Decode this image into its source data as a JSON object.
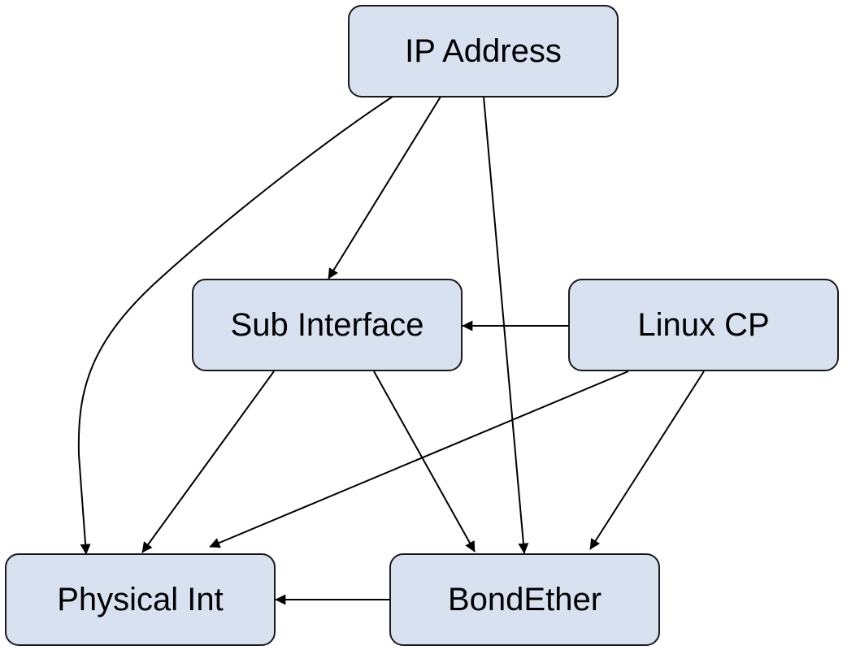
{
  "nodes": {
    "ip_address": "IP Address",
    "sub_interface": "Sub Interface",
    "linux_cp": "Linux CP",
    "physical_int": "Physical Int",
    "bond_ether": "BondEther"
  },
  "edges": [
    {
      "from": "IP Address",
      "to": "Physical Int"
    },
    {
      "from": "IP Address",
      "to": "Sub Interface"
    },
    {
      "from": "IP Address",
      "to": "BondEther"
    },
    {
      "from": "Linux CP",
      "to": "Sub Interface"
    },
    {
      "from": "Linux CP",
      "to": "Physical Int"
    },
    {
      "from": "Linux CP",
      "to": "BondEther"
    },
    {
      "from": "Sub Interface",
      "to": "Physical Int"
    },
    {
      "from": "Sub Interface",
      "to": "BondEther"
    },
    {
      "from": "BondEther",
      "to": "Physical Int"
    }
  ]
}
